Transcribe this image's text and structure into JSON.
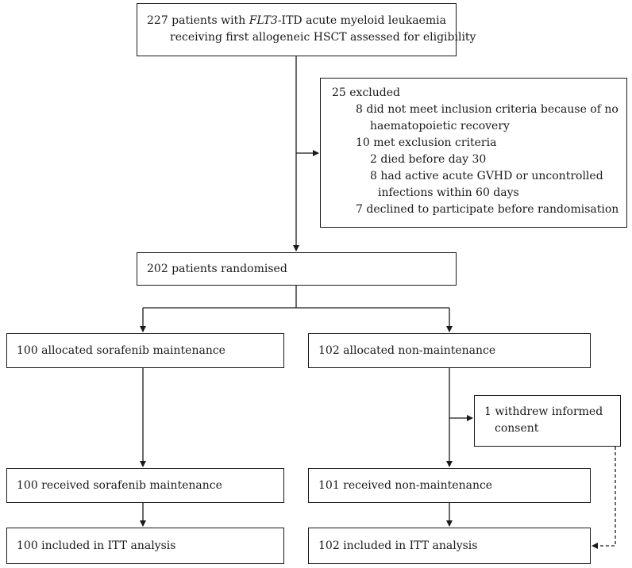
{
  "screening": {
    "line1_count": "227 patients with ",
    "line1_gene": "FLT3",
    "line1_rest": "-ITD acute myeloid leukaemia",
    "line2": "receiving first allogeneic HSCT assessed for eligibility"
  },
  "exclusions": [
    {
      "text": "25 excluded",
      "indent": 0
    },
    {
      "text": "8 did not meet inclusion criteria because of no",
      "indent": 1
    },
    {
      "text": "haematopoietic recovery",
      "indent": 2
    },
    {
      "text": "10 met exclusion criteria",
      "indent": 1
    },
    {
      "text": "2 died before day 30",
      "indent": 2
    },
    {
      "text": "8 had active acute GVHD or uncontrolled",
      "indent": 2
    },
    {
      "text": "infections within 60 days",
      "indent": 3
    },
    {
      "text": "7 declined to participate before randomisation",
      "indent": 1
    }
  ],
  "randomised": "202 patients randomised",
  "arms": {
    "sorafenib": {
      "allocated": "100 allocated sorafenib maintenance",
      "received": "100 received sorafenib maintenance",
      "itt": "100 included in ITT analysis"
    },
    "non_maintenance": {
      "allocated": "102 allocated non-maintenance",
      "received": "101 received non-maintenance",
      "itt": "102 included in ITT analysis"
    }
  },
  "withdrawal": [
    "1 withdrew informed",
    "consent"
  ]
}
